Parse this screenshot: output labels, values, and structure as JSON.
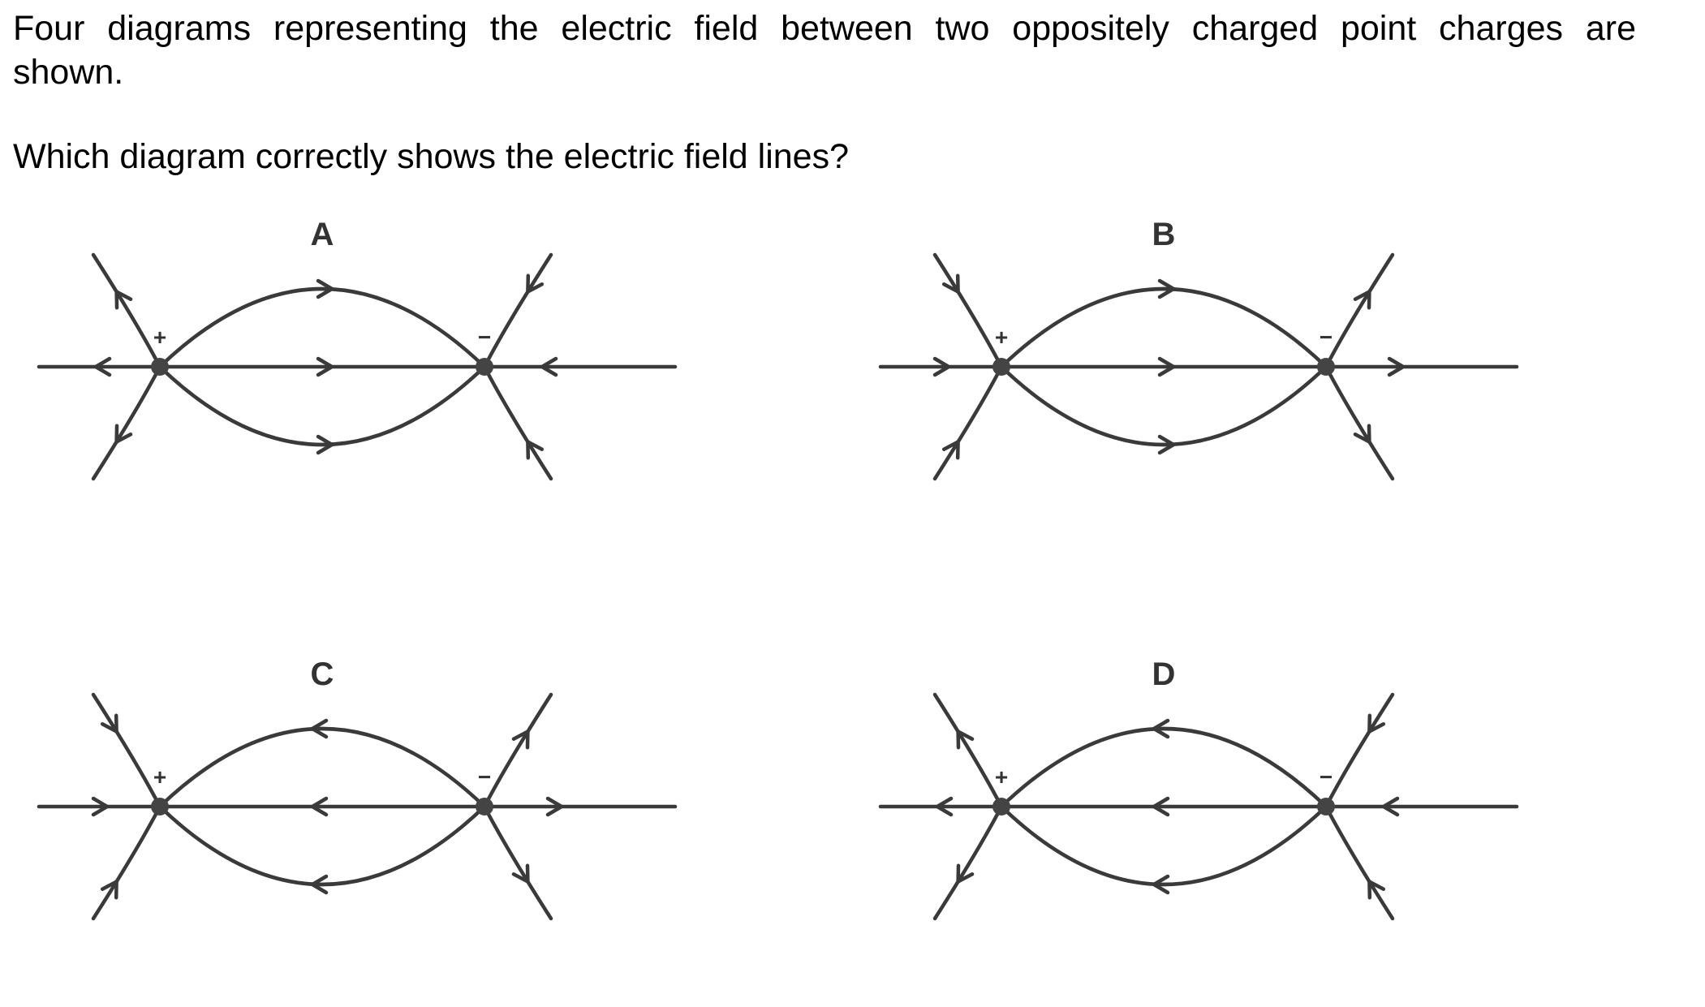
{
  "question": {
    "line1": "Four diagrams representing the electric field between two oppositely charged point charges are",
    "line2": "shown.",
    "prompt": "Which diagram correctly shows the electric field lines?"
  },
  "charges": {
    "positive_sign": "+",
    "negative_sign": "−"
  },
  "colors": {
    "line": "#3a3a3a",
    "charge": "#444444",
    "text": "#000000"
  },
  "options": [
    {
      "label": "A",
      "between_lines_direction": "positive-to-negative",
      "positive_outer_lines": "outward",
      "negative_outer_lines": "inward"
    },
    {
      "label": "B",
      "between_lines_direction": "positive-to-negative",
      "positive_outer_lines": "inward",
      "negative_outer_lines": "outward"
    },
    {
      "label": "C",
      "between_lines_direction": "negative-to-positive",
      "positive_outer_lines": "inward",
      "negative_outer_lines": "outward"
    },
    {
      "label": "D",
      "between_lines_direction": "negative-to-positive",
      "positive_outer_lines": "outward",
      "negative_outer_lines": "inward"
    }
  ]
}
